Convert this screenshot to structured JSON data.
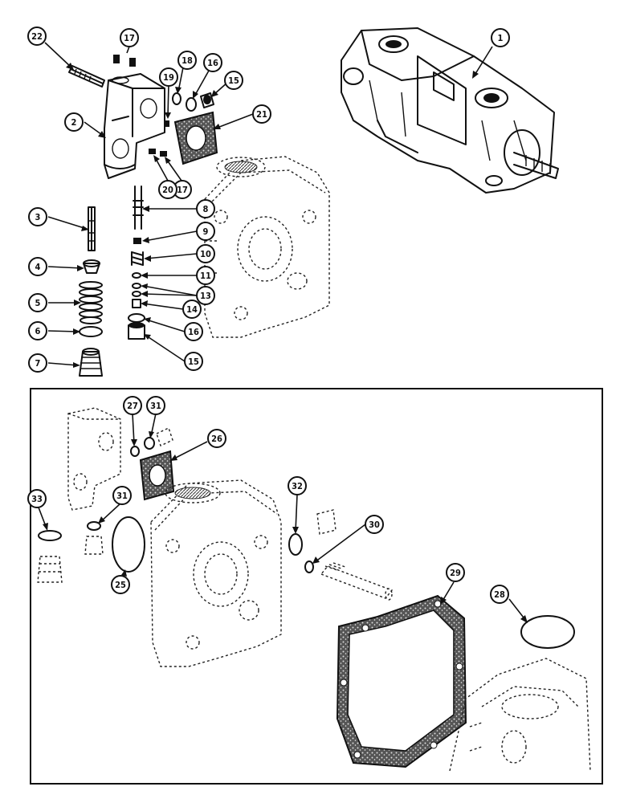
{
  "figure": {
    "callouts": [
      "22",
      "17",
      "2",
      "19",
      "18",
      "16",
      "15",
      "21",
      "17",
      "20",
      "1",
      "3",
      "8",
      "9",
      "4",
      "10",
      "11",
      "5",
      "13",
      "14",
      "6",
      "16",
      "7",
      "15",
      "27",
      "31",
      "26",
      "33",
      "31",
      "25",
      "32",
      "30",
      "29",
      "28"
    ]
  }
}
